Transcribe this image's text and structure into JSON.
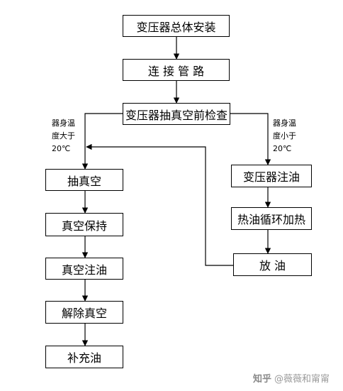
{
  "steps": {
    "install": "变压器总体安装",
    "connect": "连 接 管 路",
    "precheck": "变压器抽真空前检查",
    "vacuum": "抽真空",
    "hold": "真空保持",
    "vac_fill": "真空注油",
    "release": "解除真空",
    "topup": "补充油",
    "fill": "变压器注油",
    "hotoil": "热油循环加热",
    "drain": "放 油"
  },
  "conditions": {
    "left": [
      "器身温",
      "度大于",
      "20℃"
    ],
    "right": [
      "器身温",
      "度小于",
      "20℃"
    ]
  },
  "watermark": {
    "logo": "知乎",
    "handle": "@薇薇和甯甯"
  }
}
